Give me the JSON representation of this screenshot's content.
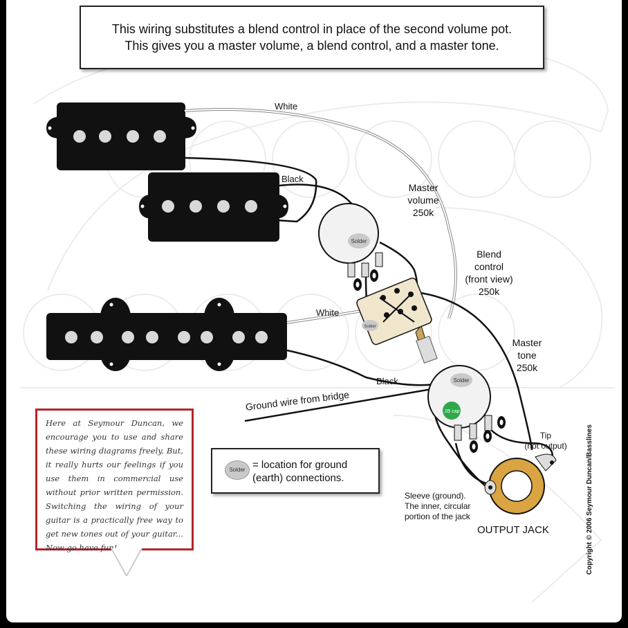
{
  "header": {
    "line1": "This wiring substitutes a blend control in place of the second volume pot.",
    "line2": "This gives you a master volume, a blend control, and a master tone."
  },
  "wire_labels": {
    "white_top": "White",
    "black_top": "Black",
    "white_mid": "White",
    "black_mid": "Black",
    "ground_bridge": "Ground wire from bridge"
  },
  "components": {
    "master_volume": [
      "Master",
      "volume",
      "250k"
    ],
    "blend_control": [
      "Blend",
      "control",
      "(front view)",
      "250k"
    ],
    "master_tone": [
      "Master",
      "tone",
      "250k"
    ],
    "tip": [
      "Tip",
      "(hot output)"
    ],
    "sleeve": [
      "Sleeve (ground).",
      "The inner, circular",
      "portion of the jack"
    ],
    "output_jack": "OUTPUT JACK",
    "solder_tag": "Solder",
    "cap_tag": ".05 cap"
  },
  "legend": {
    "chip": "Solder",
    "line1": "= location for ground",
    "line2": "(earth) connections."
  },
  "note": "Here at Seymour Duncan, we encourage you to use and share these wiring diagrams freely. But, it really hurts our feelings if you use them in commercial use without prior written permission. Switching the wiring of your guitar is a practically free way to get new tones out of your guitar... Now go have fun!",
  "copyright": "Copyright © 2006 Seymour Duncan/Basslines",
  "colors": {
    "pickup": "#111111",
    "pole": "#d9d9d9",
    "note_border": "#b6242c",
    "jack_ring": "#d9a441",
    "cap": "#2ea84a",
    "pot_body": "#f2f2f2",
    "shaft": "#c8a45a"
  }
}
